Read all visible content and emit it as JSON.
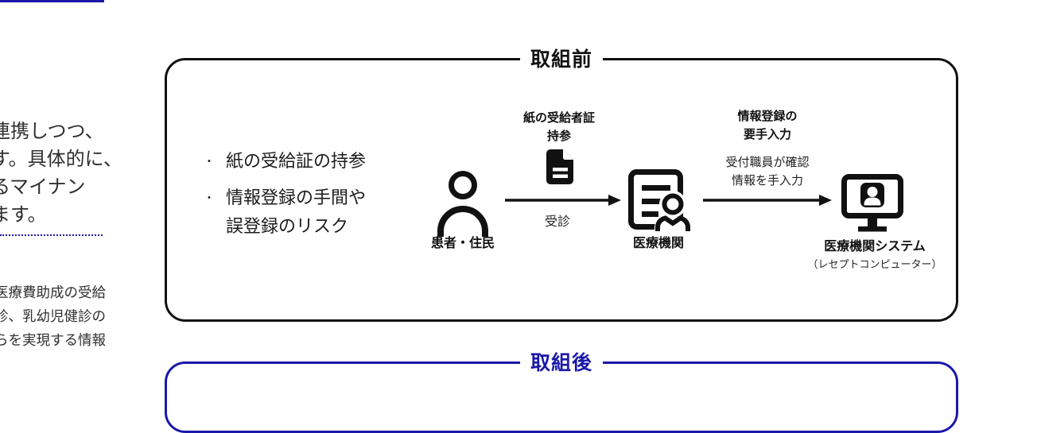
{
  "colors": {
    "accent_navy": "#1a18a8",
    "ink": "#111111"
  },
  "left_panel": {
    "paragraph_lines": [
      "連携しつつ、",
      "す。具体的に、",
      "るマイナン",
      "ます。"
    ],
    "notes_lines": [
      "医療費助成の受給",
      "診、乳幼児健診の",
      "らを実現する情報"
    ]
  },
  "before_section": {
    "title": "取組前",
    "issues": {
      "bullet_glyph": "・",
      "item1": "紙の受給証の持参",
      "item2_line1": "情報登録の手間や",
      "item2_line2": "誤登録のリスク"
    },
    "flow": {
      "patient_label": "患者・住民",
      "carry_label_line1": "紙の受給者証",
      "carry_label_line2": "持参",
      "visit_label": "受診",
      "hospital_label": "医療機関",
      "entry_label_line1": "情報登録の",
      "entry_label_line2": "要手入力",
      "entry_note_line1": "受付職員が確認",
      "entry_note_line2": "情報を手入力",
      "system_label": "医療機関システム",
      "system_sublabel": "（レセプトコンピューター）"
    }
  },
  "after_section": {
    "title": "取組後"
  }
}
